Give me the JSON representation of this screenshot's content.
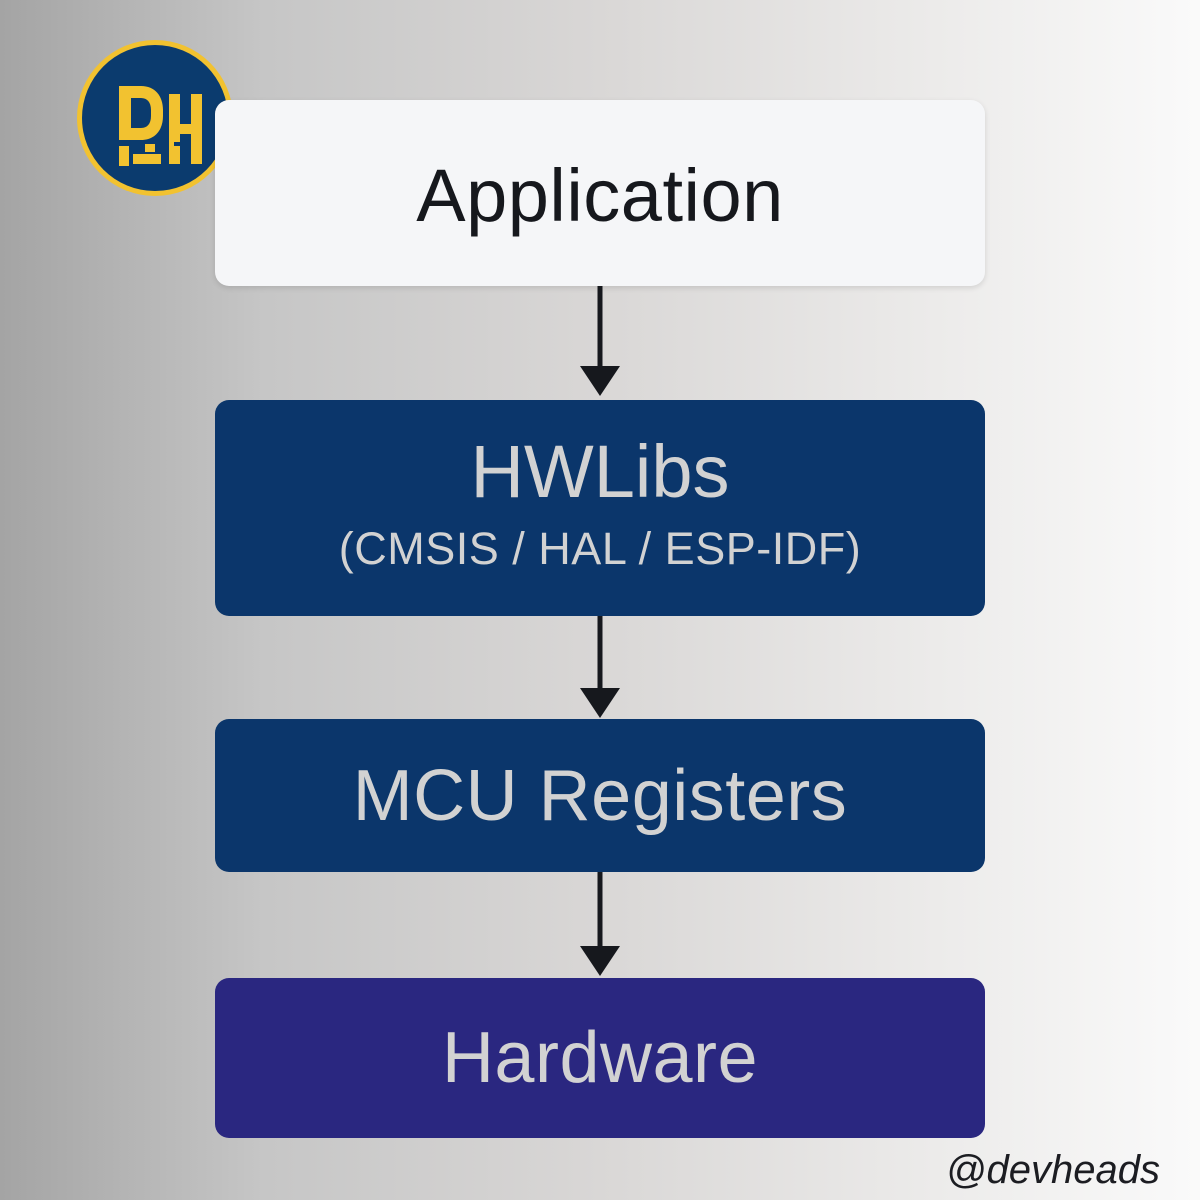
{
  "layers": [
    {
      "id": "application",
      "label": "Application"
    },
    {
      "id": "hwlibs",
      "label": "HWLibs",
      "sublabel": "(CMSIS / HAL / ESP-IDF)"
    },
    {
      "id": "mcu-registers",
      "label": "MCU Registers"
    },
    {
      "id": "hardware",
      "label": "Hardware"
    }
  ],
  "logo": {
    "text": "DH",
    "background": "#0b3b6e",
    "accent": "#f2c230"
  },
  "colors": {
    "application_box": "#f5f6f8",
    "hwlibs_box": "#0b366b",
    "mcu_box": "#0b366b",
    "hardware_box": "#2a2780",
    "arrow": "#16181d",
    "box_text_light": "#d2d2d2"
  },
  "handle": "@devheads"
}
